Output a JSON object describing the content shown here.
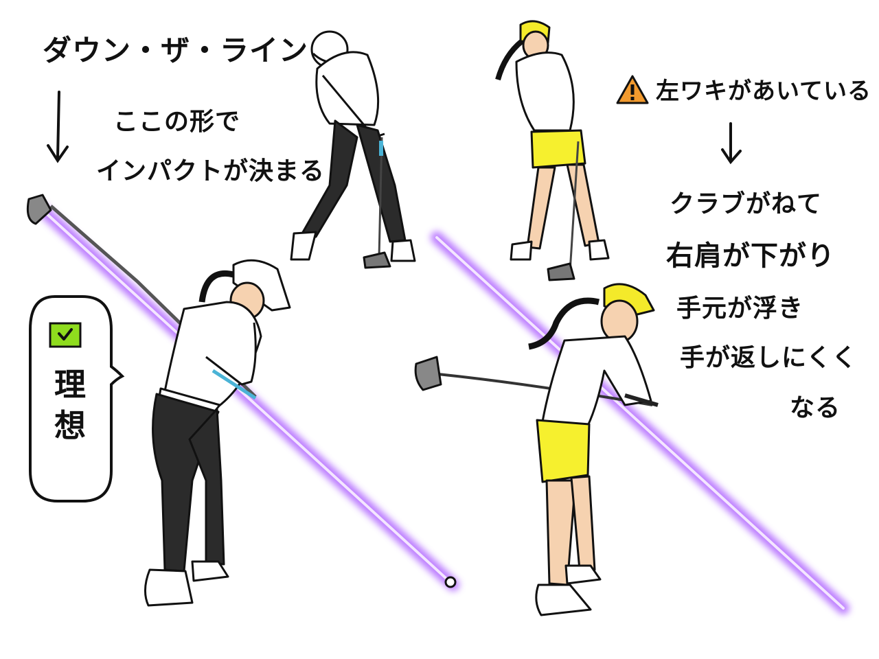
{
  "title": "ダウン・ザ・ライン",
  "caption_line1": "ここの形で",
  "caption_line2": "インパクトが決まる",
  "warning": {
    "icon": "warning-triangle-icon",
    "text": "左ワキがあいている"
  },
  "result_lines": [
    "クラブがねて",
    "右肩が下がり",
    "手元が浮き",
    "手が返しにくく",
    "なる"
  ],
  "ideal": {
    "icon": "check-box-icon",
    "chars": [
      "理",
      "想"
    ]
  },
  "colors": {
    "plane_line": "#b066ff",
    "warning": "#f29a2e",
    "check": "#8fdc1e",
    "cap_yellow": "#f4ea2a",
    "skirt_yellow": "#f6f02e"
  }
}
